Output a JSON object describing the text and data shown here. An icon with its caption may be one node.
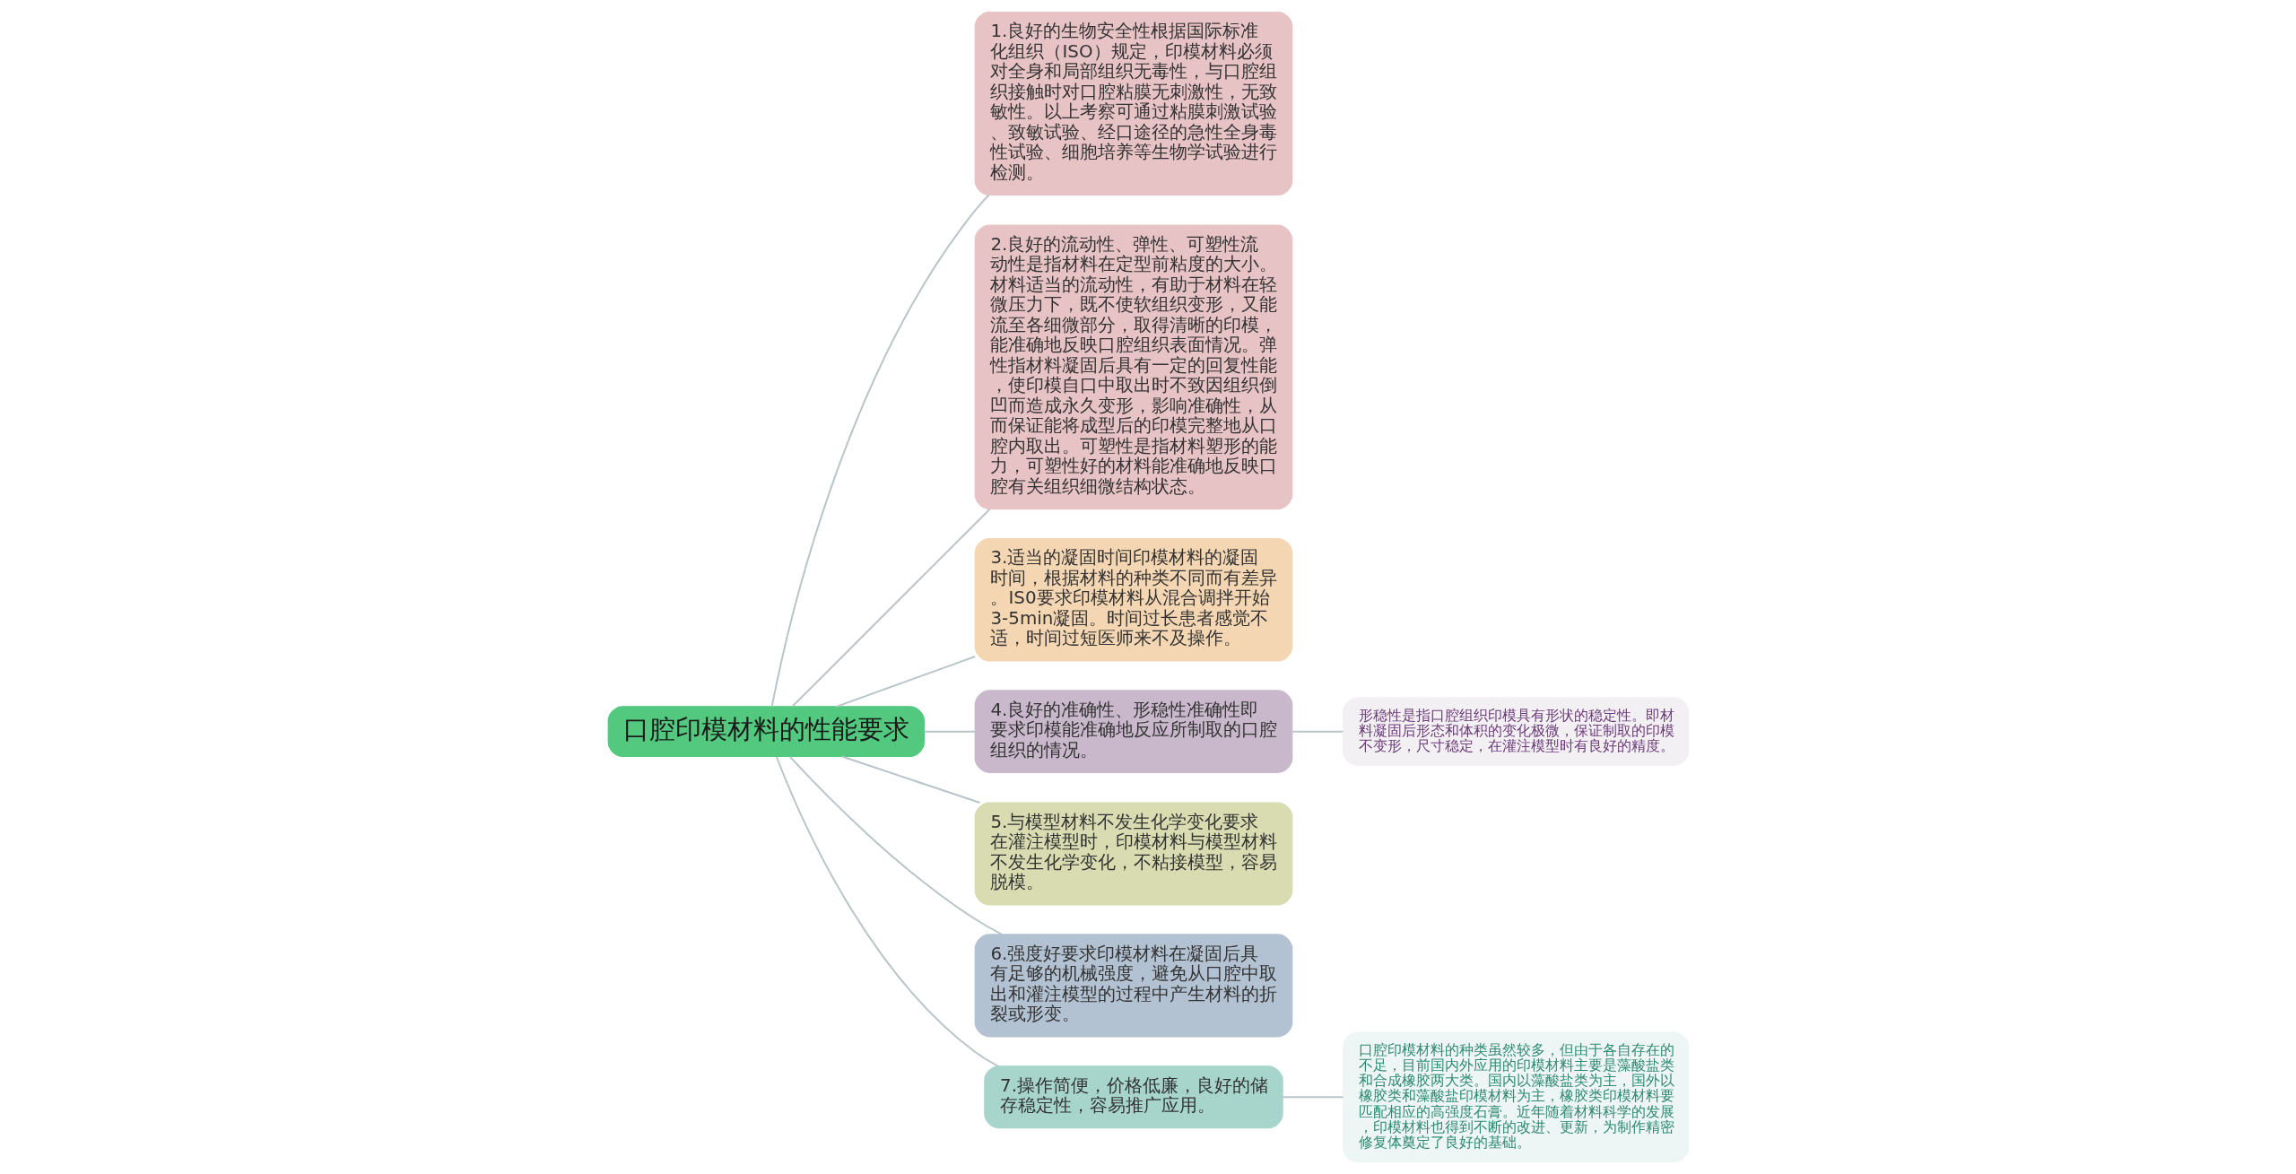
{
  "diagram": {
    "nodes": [
      {
        "text": [
          "口腔印模材料的性能要求"
        ]
      },
      {
        "text": [
          "1.良好的生物安全性根据国际标准化组织（ISO）规定，印模材料必须对全身和局部组织无毒性，与口腔组织接触时对口腔粘膜无刺激性，无致敏性。以上考察可通过粘膜刺激试验、致敏试验、经口途径的急性全身毒性试验、细胞培养等生物学试验进行检测。"
        ]
      },
      {
        "text": [
          "2.良好的流动性、弹性、可塑性流动性是指材料在定型前粘度的大小。材料适当的流动性，有助于材料在轻微压力下，既不使软组织变形，又能流至各细微部分，取得清晰的印模，能准确地反映口腔组织表面情况。弹性指材料凝固后具有一定的回复性能，使印模自口中取出时不致因组织倒凹而造成永久变形，影响准确性，从而保证能将成型后的印模完整地从口腔内取出。可塑性是指材料塑形的能力，可塑性好的材料能准确地反映口腔有关组织细微结构状态。"
        ]
      },
      {
        "text": [
          "3.适当的凝固时间印模材料的凝固时间，根据材料的种类不同而有差异。IS0要求印模材料从混合调拌开始3-5min凝固。时间过长患者感觉不适，时间过短医师来不及操作。"
        ]
      },
      {
        "text": [
          "4.良好的准确性、形稳性准确性即要求印模能准确地反应所制取的口腔组织的情况。"
        ]
      },
      {
        "text": [
          "5.与模型材料不发生化学变化要求在灌注模型时，印模材料与模型材料不发生化学变化，不粘接模型，容易脱模。"
        ]
      },
      {
        "text": [
          "6.强度好要求印模材料在凝固后具有足够的机械强度，避免从口腔中取出和灌注模型的过程中产生材料的折裂或形变。"
        ]
      },
      {
        "text": [
          "7.操作简便，价格低廉，良好的储存稳定性，容易推广应用。"
        ]
      },
      {
        "text": [
          "形稳性是指口腔组织印模具有形状的稳定性。即材料凝固后形态和体积的变化极微，保证制取的印模不变形，尺寸稳定，在灌注模型时有良好的精度。"
        ]
      },
      {
        "text": [
          "口腔印模材料的种类虽然较多，但由于各自存在的不足，目前国内外应用的印模材料主要是藻酸盐类和合成橡胶两大类。国内以藻酸盐类为主，国外以橡胶类和藻酸盐印模材料为主，橡胶类印模材料要匹配相应的高强度石膏。近年随着材料科学的发展，印模材料也得到不断的改进、更新，为制作精密修复体奠定了良好的基础。"
        ]
      }
    ],
    "edges": [
      {
        "from": 0,
        "to": 1,
        "arrow": "none"
      },
      {
        "from": 0,
        "to": 2,
        "arrow": "none"
      },
      {
        "from": 0,
        "to": 3,
        "arrow": "none"
      },
      {
        "from": 0,
        "to": 4,
        "arrow": "none"
      },
      {
        "from": 0,
        "to": 5,
        "arrow": "none"
      },
      {
        "from": 0,
        "to": 6,
        "arrow": "none"
      },
      {
        "from": 0,
        "to": 7,
        "arrow": "none"
      },
      {
        "from": 4,
        "to": 8,
        "arrow": "none"
      },
      {
        "from": 7,
        "to": 9,
        "arrow": "none"
      }
    ]
  }
}
